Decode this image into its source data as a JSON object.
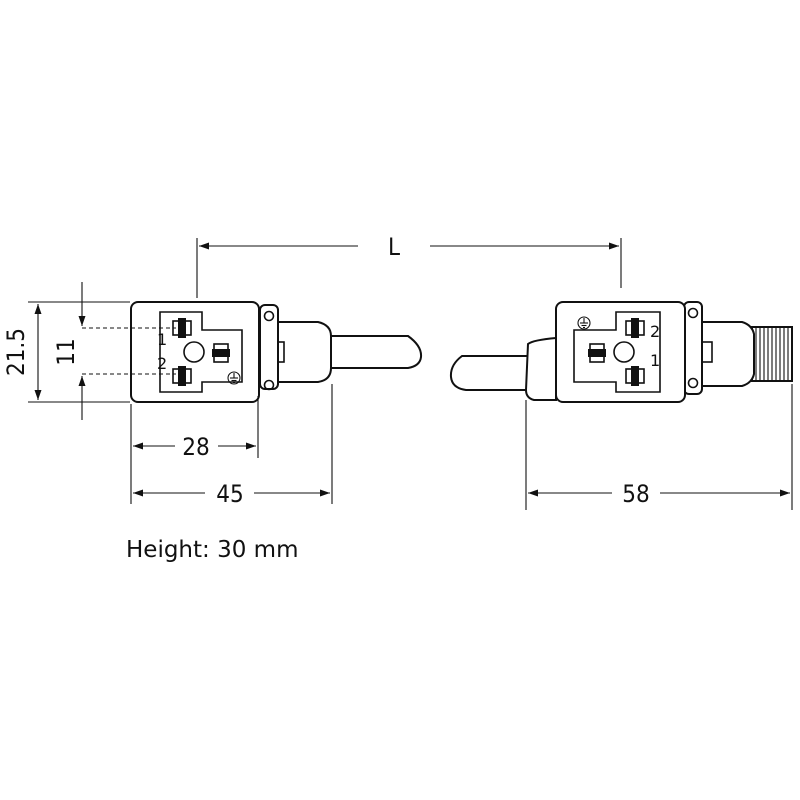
{
  "dimensions": {
    "length_label": "L",
    "height_outer": "21.5",
    "height_pins": "11",
    "width_body": "28",
    "width_left_total": "45",
    "width_right_total": "58"
  },
  "pin_labels": {
    "left_pin_1": "1",
    "left_pin_2": "2",
    "right_pin_2": "2",
    "right_pin_1": "1"
  },
  "caption": "Height: 30 mm"
}
